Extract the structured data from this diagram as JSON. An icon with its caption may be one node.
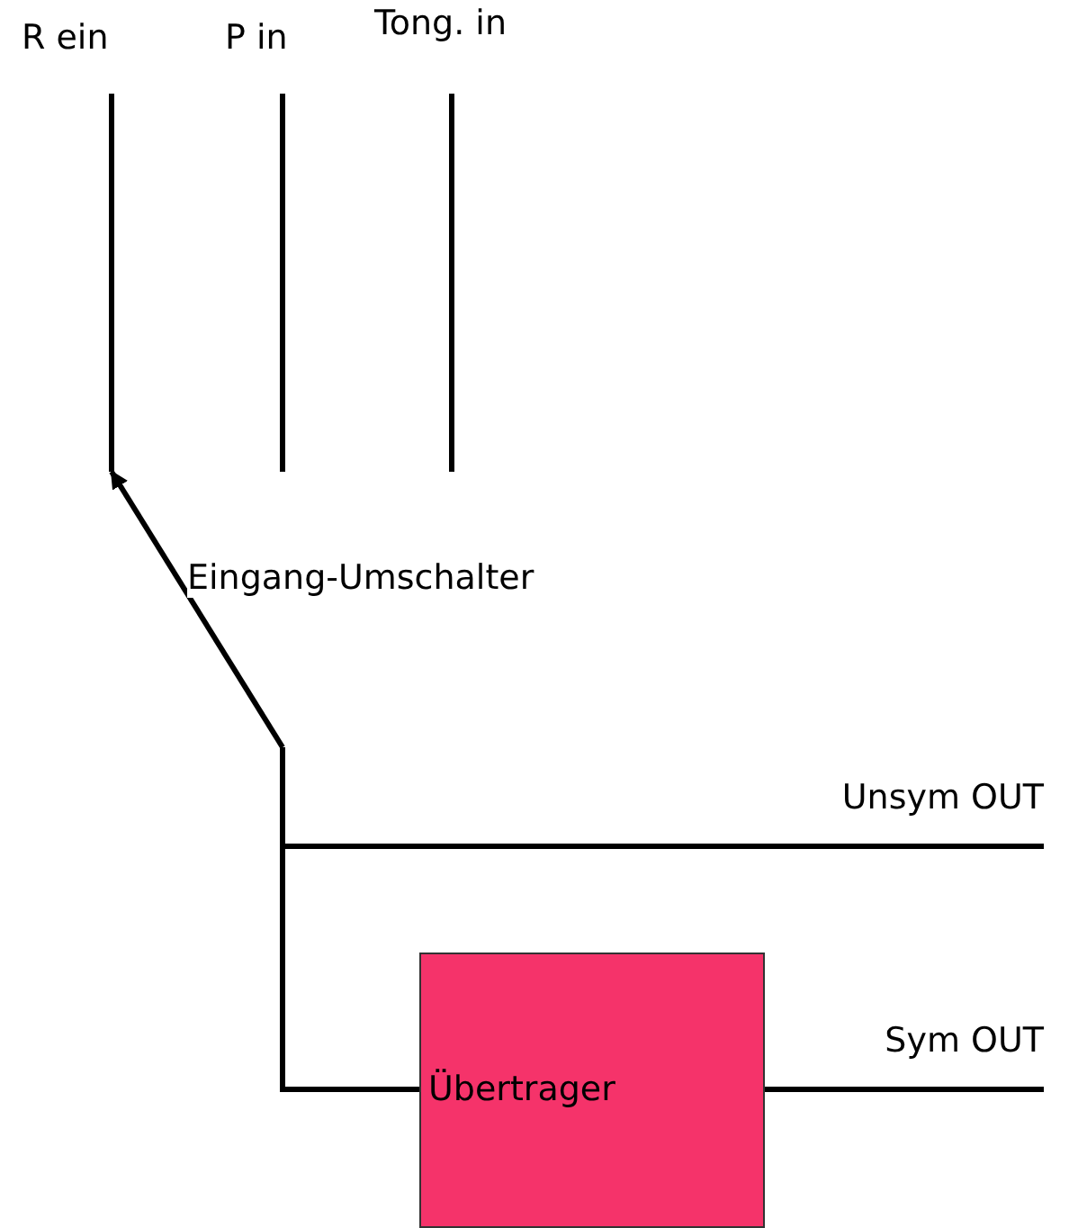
{
  "diagram": {
    "nodes": [
      {
        "text": [
          "R ein"
        ]
      },
      {
        "text": [
          "P in"
        ]
      },
      {
        "text": [
          "Tong. in"
        ]
      },
      {
        "text": [
          "Übertrager"
        ]
      },
      {
        "text": [
          "Unsym OUT"
        ]
      },
      {
        "text": [
          "Sym OUT"
        ]
      }
    ],
    "edges": [
      {
        "from": null,
        "to": 0,
        "arrow": "to",
        "label": "Eingang-Umschalter"
      },
      {
        "from": null,
        "to": 4,
        "arrow": "none"
      },
      {
        "from": null,
        "to": 3,
        "arrow": "none"
      },
      {
        "from": 3,
        "to": 5,
        "arrow": "none"
      }
    ]
  }
}
